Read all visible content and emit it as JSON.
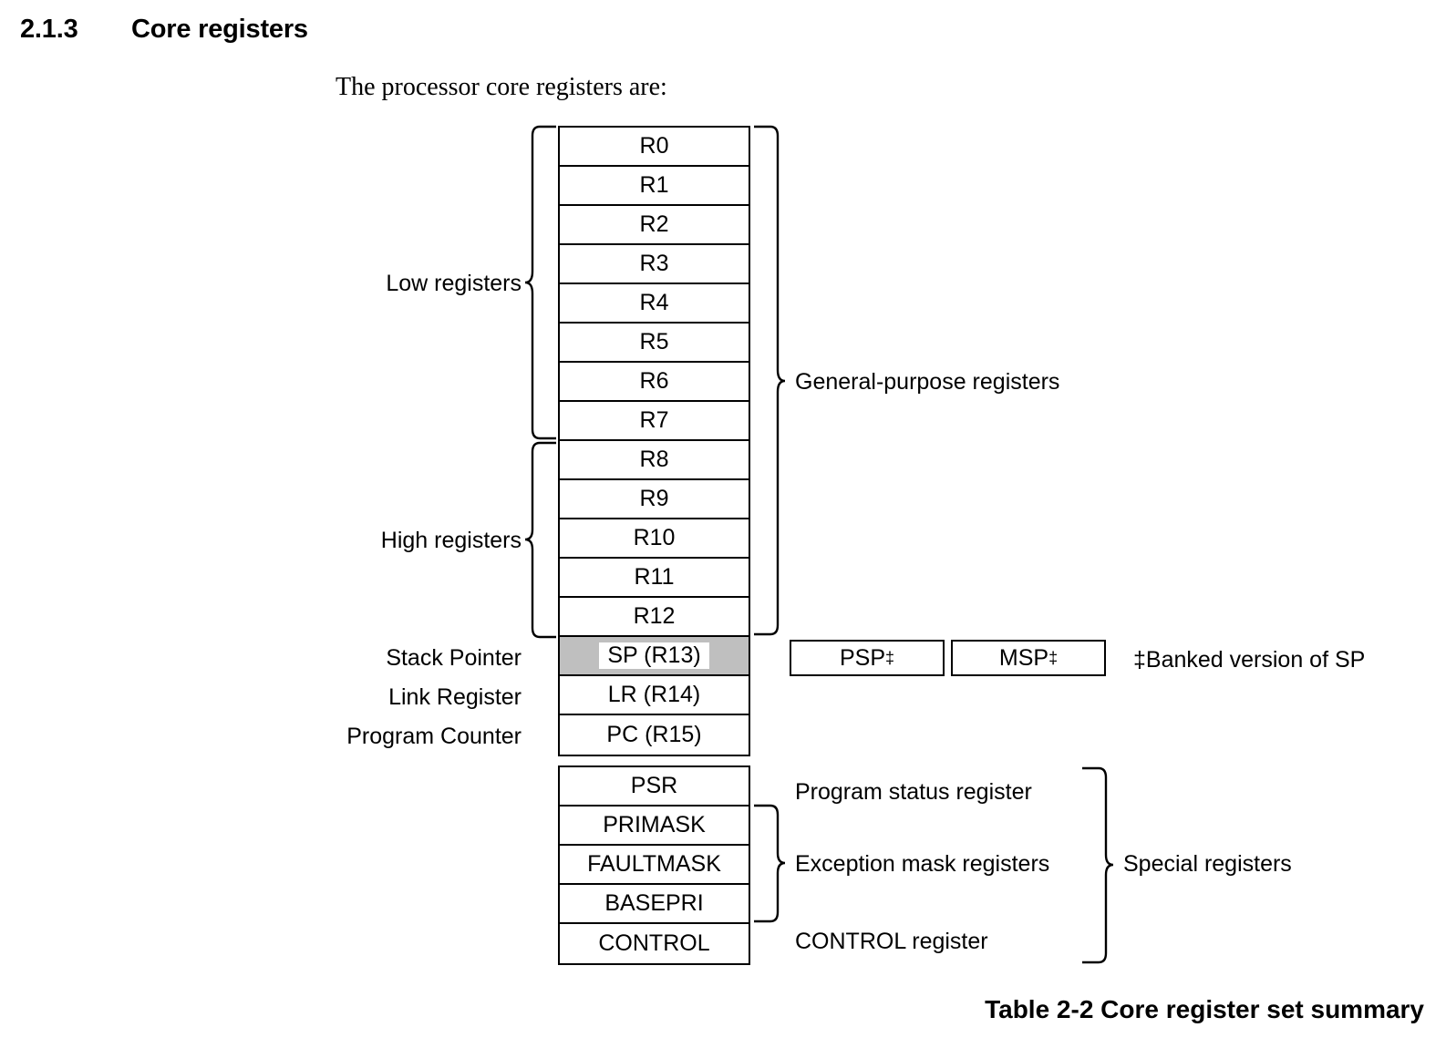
{
  "heading": {
    "number": "2.1.3",
    "title": "Core registers"
  },
  "intro": "The processor core registers are:",
  "general_purpose": {
    "rows": [
      {
        "label": "R0",
        "shaded": false
      },
      {
        "label": "R1",
        "shaded": false
      },
      {
        "label": "R2",
        "shaded": false
      },
      {
        "label": "R3",
        "shaded": false
      },
      {
        "label": "R4",
        "shaded": false
      },
      {
        "label": "R5",
        "shaded": false
      },
      {
        "label": "R6",
        "shaded": false
      },
      {
        "label": "R7",
        "shaded": false
      },
      {
        "label": "R8",
        "shaded": false
      },
      {
        "label": "R9",
        "shaded": false
      },
      {
        "label": "R10",
        "shaded": false
      },
      {
        "label": "R11",
        "shaded": false
      },
      {
        "label": "R12",
        "shaded": false
      },
      {
        "label": "SP (R13)",
        "shaded": true
      },
      {
        "label": "LR (R14)",
        "shaded": false
      },
      {
        "label": "PC (R15)",
        "shaded": false
      }
    ]
  },
  "special": {
    "rows": [
      {
        "label": "PSR"
      },
      {
        "label": "PRIMASK"
      },
      {
        "label": "FAULTMASK"
      },
      {
        "label": "BASEPRI"
      },
      {
        "label": "CONTROL"
      }
    ]
  },
  "banked_boxes": [
    {
      "name": "PSP",
      "marker": "‡"
    },
    {
      "name": "MSP",
      "marker": "‡"
    }
  ],
  "left_labels": {
    "low_registers": "Low registers",
    "high_registers": "High registers",
    "stack_pointer": "Stack Pointer",
    "link_register": "Link Register",
    "program_counter": "Program Counter"
  },
  "right_labels": {
    "general_purpose": "General-purpose registers",
    "banked_note": "‡Banked version of SP",
    "program_status": "Program status register",
    "exception_mask": "Exception mask registers",
    "control_register": "CONTROL register",
    "special_registers": "Special registers"
  },
  "caption": "Table 2-2 Core register set summary",
  "colors": {
    "shaded_row": "#bfbfbf",
    "stroke": "#000000",
    "background": "#ffffff"
  }
}
